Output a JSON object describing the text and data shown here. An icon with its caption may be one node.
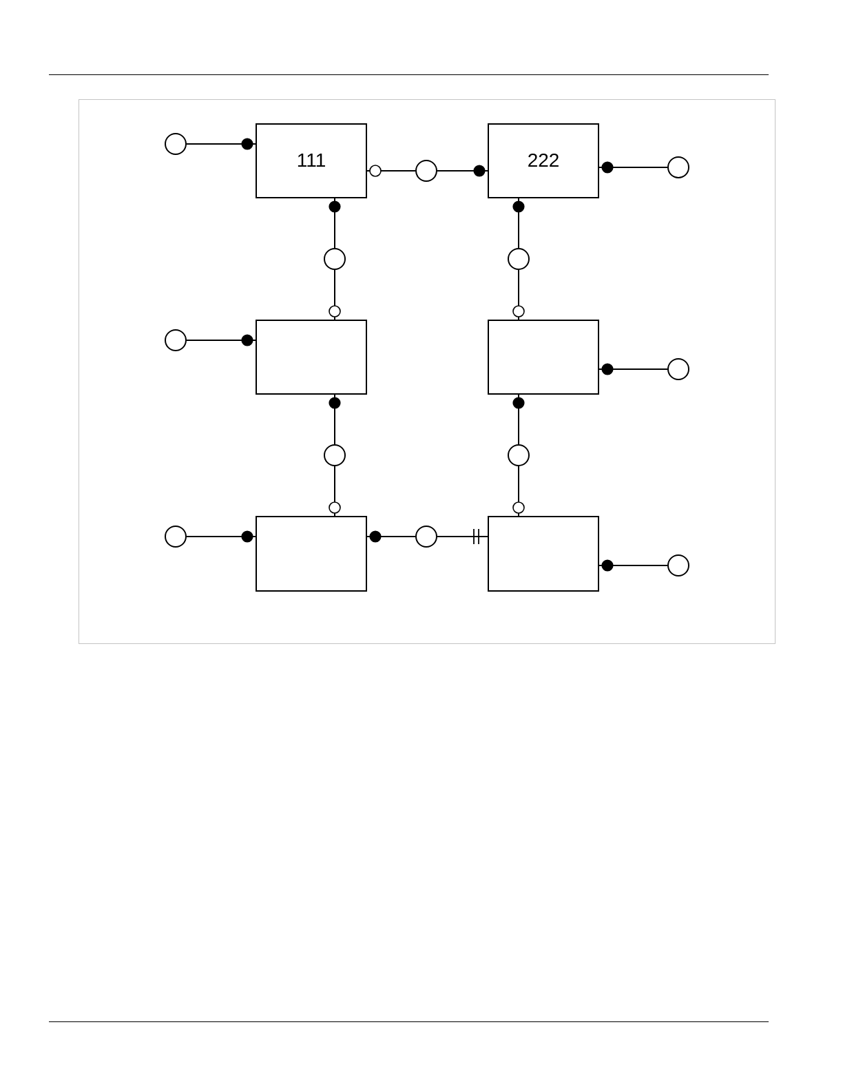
{
  "diagram": {
    "nodes": [
      {
        "text": [],
        "shape": "circle"
      },
      {
        "text": [
          "111"
        ]
      },
      {
        "text": [],
        "shape": "circle"
      },
      {
        "text": [
          "222"
        ]
      },
      {
        "text": [],
        "shape": "circle"
      },
      {
        "text": [],
        "shape": "circle"
      },
      {
        "text": [],
        "shape": "circle"
      },
      {
        "text": [],
        "shape": "circle"
      },
      {
        "text": [],
        "shape": "box"
      },
      {
        "text": [],
        "shape": "box"
      },
      {
        "text": [],
        "shape": "circle"
      },
      {
        "text": [],
        "shape": "circle"
      },
      {
        "text": [],
        "shape": "circle"
      },
      {
        "text": [],
        "shape": "circle"
      },
      {
        "text": [],
        "shape": "box"
      },
      {
        "text": [],
        "shape": "circle"
      },
      {
        "text": [],
        "shape": "box"
      },
      {
        "text": [],
        "shape": "circle"
      }
    ],
    "edges": [
      {
        "from": 0,
        "to": 1,
        "arrow": "other"
      },
      {
        "from": 2,
        "to": 1,
        "arrow": "other"
      },
      {
        "from": 2,
        "to": 3,
        "arrow": "other"
      },
      {
        "from": 4,
        "to": 3,
        "arrow": "other"
      },
      {
        "from": 5,
        "to": 1,
        "arrow": "other"
      },
      {
        "from": 5,
        "to": 8,
        "arrow": "other"
      },
      {
        "from": 6,
        "to": 3,
        "arrow": "other"
      },
      {
        "from": 6,
        "to": 9,
        "arrow": "other"
      },
      {
        "from": 7,
        "to": 8,
        "arrow": "other"
      },
      {
        "from": 10,
        "to": 9,
        "arrow": "other"
      },
      {
        "from": 11,
        "to": 8,
        "arrow": "other"
      },
      {
        "from": 11,
        "to": 14,
        "arrow": "other"
      },
      {
        "from": 12,
        "to": 9,
        "arrow": "other"
      },
      {
        "from": 12,
        "to": 16,
        "arrow": "other"
      },
      {
        "from": 13,
        "to": 14,
        "arrow": "other"
      },
      {
        "from": 15,
        "to": 14,
        "arrow": "other"
      },
      {
        "from": 15,
        "to": 16,
        "arrow": "other"
      },
      {
        "from": 17,
        "to": 16,
        "arrow": "other"
      }
    ]
  }
}
